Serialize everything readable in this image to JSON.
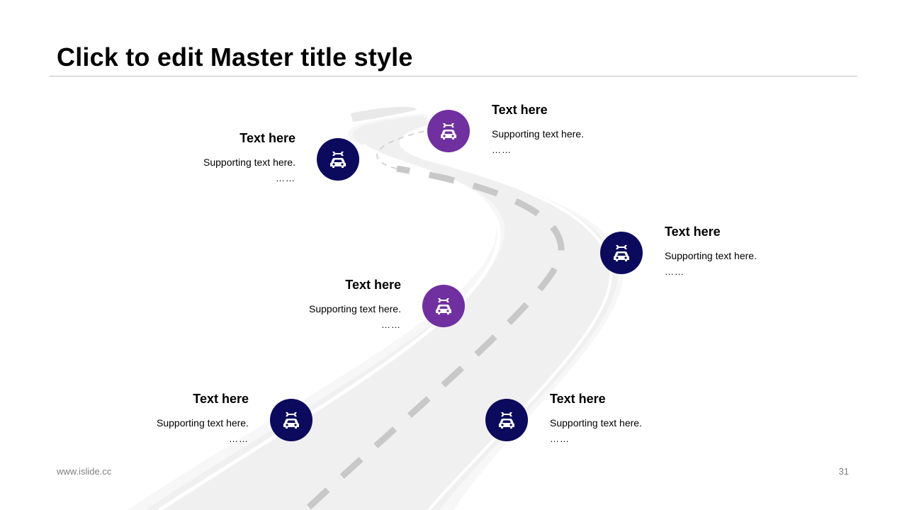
{
  "slide": {
    "title": "Click to edit Master title style",
    "footer_left": "www.islide.cc",
    "page_number": "31"
  },
  "colors": {
    "navy": "#0b0a5c",
    "purple": "#7030a0",
    "road": "#f2f2f2",
    "dash": "#c8c8c8"
  },
  "milestones": [
    {
      "heading": "Text here",
      "support": "Supporting  text here.",
      "dots": "……",
      "color": "purple",
      "icon": "car-repair-icon"
    },
    {
      "heading": "Text here",
      "support": "Supporting  text here.",
      "dots": "……",
      "color": "navy",
      "icon": "car-repair-icon"
    },
    {
      "heading": "Text here",
      "support": "Supporting  text here.",
      "dots": "……",
      "color": "navy",
      "icon": "car-repair-icon"
    },
    {
      "heading": "Text here",
      "support": "Supporting  text here.",
      "dots": "……",
      "color": "purple",
      "icon": "car-repair-icon"
    },
    {
      "heading": "Text here",
      "support": "Supporting  text here.",
      "dots": "……",
      "color": "navy",
      "icon": "car-repair-icon"
    },
    {
      "heading": "Text here",
      "support": "Supporting  text here.",
      "dots": "……",
      "color": "navy",
      "icon": "car-repair-icon"
    }
  ]
}
